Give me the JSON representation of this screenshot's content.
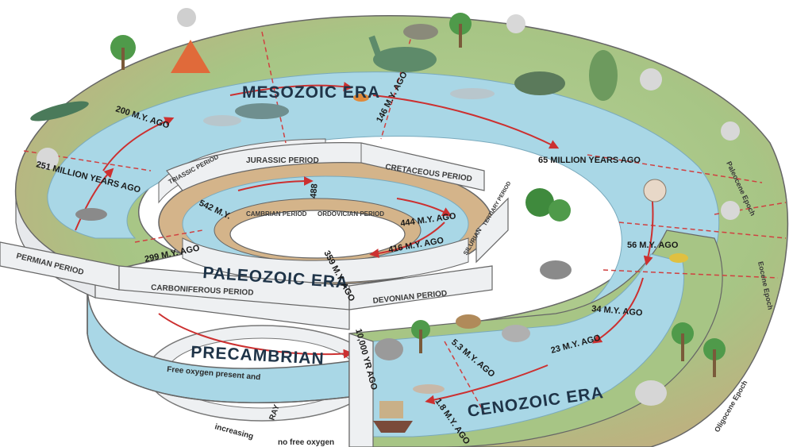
{
  "eras": {
    "mesozoic": "MESOZOIC ERA",
    "paleozoic": "PALEOZOIC ERA",
    "cenozoic": "CENOZOIC ERA",
    "precambrian": "PRECAMBRIAN"
  },
  "periods": {
    "triassic": "TRIASSIC PERIOD",
    "jurassic": "JURASSIC PERIOD",
    "cretaceous": "CRETACEOUS PERIOD",
    "tertiary": "TERTIARY PERIOD",
    "permian": "PERMIAN PERIOD",
    "carboniferous": "CARBONIFEROUS PERIOD",
    "devonian": "DEVONIAN PERIOD",
    "silurian": "SILURIAN",
    "cambrian": "CAMBRIAN PERIOD",
    "ordovician": "ORDOVICIAN PERIOD"
  },
  "epochs": {
    "paleocene": "Paleocene Epoch",
    "eocene": "Eocene Epoch",
    "oligocene": "Oligocene Epoch"
  },
  "ages": {
    "a200": "200 M.Y. AGO",
    "a146": "146 M.Y. AGO",
    "a251": "251 MILLION YEARS AGO",
    "a65": "65 MILLION YEARS AGO",
    "a542": "542 M.Y.",
    "a488": "488",
    "a444": "444 M.Y. AGO",
    "a416": "416 M.Y. AGO",
    "a299": "299 M.Y. AGO",
    "a359": "359 M.Y. AGO",
    "a56": "56 M.Y. AGO",
    "a34": "34 M.Y. AGO",
    "a23": "23 M.Y. AGO",
    "a53": "5.3 M.Y. AGO",
    "a18": "1.8 M.Y. AGO",
    "a10000": "10,000 YR AGO"
  },
  "notes": {
    "oxygen_present": "Free oxygen present and",
    "increasing": "increasing",
    "no_free_oxygen": "no free oxygen",
    "ray": "RAY"
  },
  "colors": {
    "water": "#a9d7e6",
    "land_green": "#9cc47c",
    "land_tan": "#d8b790",
    "band_light": "#eef0f2",
    "era_text": "#1f3448",
    "arrow_red": "#cc3030"
  }
}
